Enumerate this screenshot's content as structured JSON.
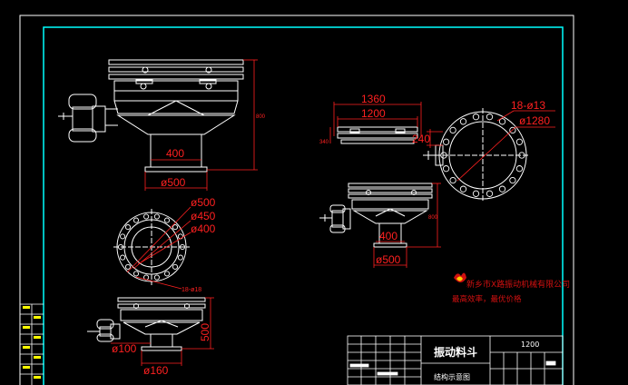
{
  "colors": {
    "background": "#000000",
    "frame": "#ffffff",
    "border": "#00ffff",
    "dimension": "#ff2020",
    "geometry": "#ffffff",
    "logo": "#d01010"
  },
  "front_view": {
    "dia_outlet": "ø500",
    "width_400": "400",
    "height": "800"
  },
  "top_view_small": {
    "dia_500": "ø500",
    "dia_450": "ø450",
    "dia_400": "ø400",
    "holes": "18-ø18"
  },
  "small_hopper": {
    "height": "500",
    "dia_100": "ø100",
    "dia_160": "ø160"
  },
  "right_top": {
    "width_1360": "1360",
    "width_1200": "1200",
    "thickness": "340"
  },
  "flange": {
    "height_240": "240",
    "holes": "18-ø13",
    "dia": "ø1280"
  },
  "right_hopper": {
    "width_400": "400",
    "dia_500": "ø500",
    "height": "800"
  },
  "logo": {
    "company": "新乡市X路振动机械有限公司",
    "slogan": "最高效率，最优价格"
  },
  "title_block": {
    "name": "振动料斗",
    "drawing_type": "结构示意图",
    "size": "1200"
  }
}
